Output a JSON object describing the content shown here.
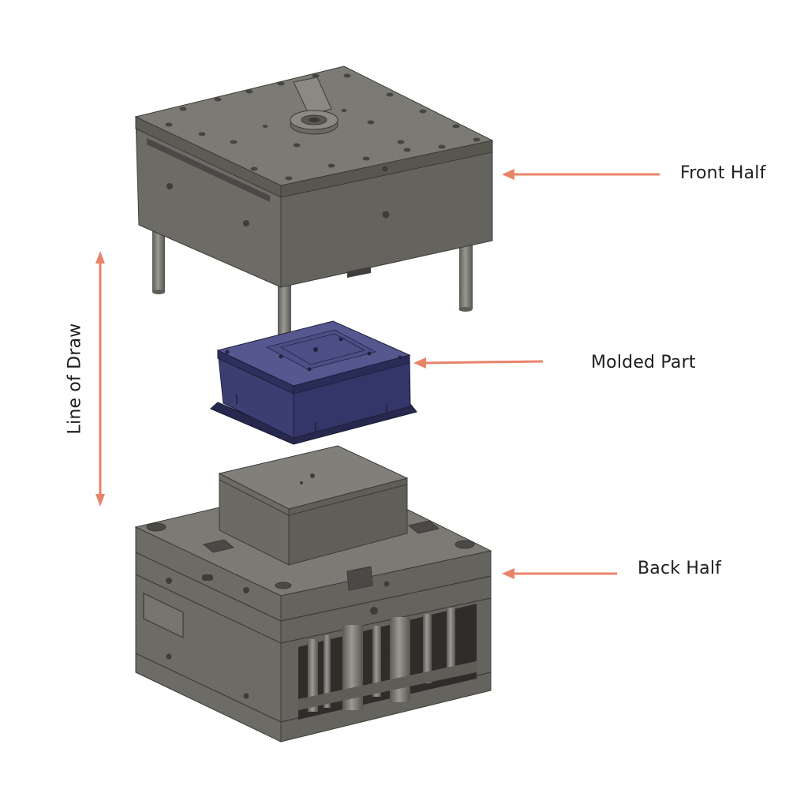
{
  "labels": {
    "front_half": "Front Half",
    "molded_part": "Molded Part",
    "back_half": "Back Half",
    "line_of_draw": "Line of Draw"
  },
  "colors": {
    "arrow": "#e8836a",
    "mold_steel": "#6f6e68",
    "mold_steel_top": "#7d7c76",
    "mold_steel_dark": "#4f4e49",
    "molded_part": "#3d3f72",
    "molded_part_top": "#55588f"
  }
}
